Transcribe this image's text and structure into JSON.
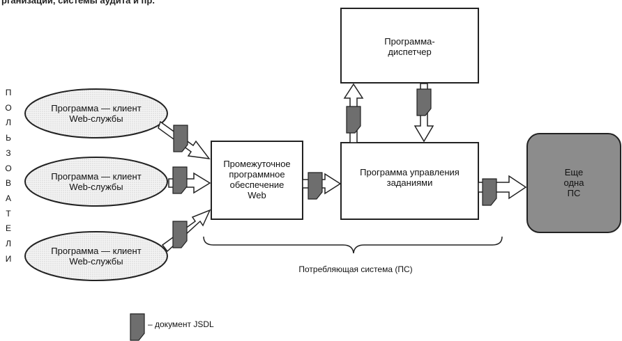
{
  "top_caption": "рганизации, системы аудита и пр.",
  "users_vertical": [
    "П",
    "О",
    "Л",
    "Ь",
    "З",
    "О",
    "В",
    "А",
    "Т",
    "Е",
    "Л",
    "И"
  ],
  "clients": [
    {
      "label": "Программа — клиент\nWeb-службы"
    },
    {
      "label": "Программа — клиент\nWeb-службы"
    },
    {
      "label": "Программа — клиент\nWeb-службы"
    }
  ],
  "middleware": {
    "label": "Промежуточное\nпрограммное\nобеспечение\nWeb"
  },
  "dispatcher": {
    "label": "Программа-\nдиспетчер"
  },
  "job_manager": {
    "label": "Программа управления\nзаданиями"
  },
  "other_system": {
    "label": "Еще\nодна\nПС",
    "fill": "#8c8c8c"
  },
  "consuming_system_label": "Потребляющая система (ПС)",
  "legend": {
    "label": "– документ JSDL"
  },
  "colors": {
    "document": "#6e6e6e",
    "ellipse": "#ececec",
    "box_stroke": "#222222"
  }
}
